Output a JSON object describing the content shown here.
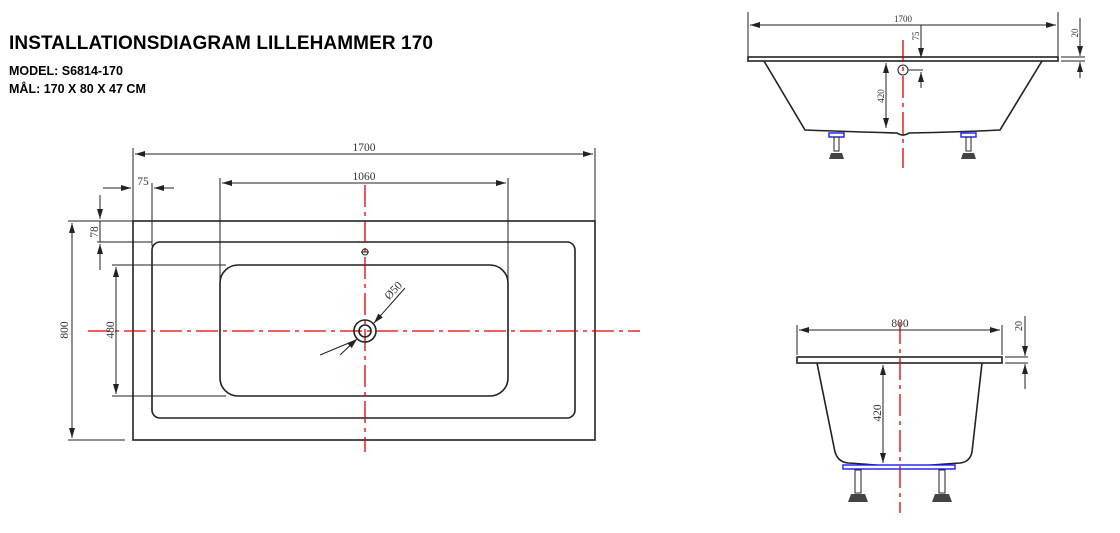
{
  "header": {
    "title": "INSTALLATIONSDIAGRAM LILLEHAMMER 170",
    "model": "MODEL: S6814-170",
    "dimensions": "MÅL: 170 X 80 X 47 CM"
  },
  "top_view": {
    "length": "1700",
    "basin_length": "1060",
    "rim_offset_x": "75",
    "rim_offset_y": "78",
    "width": "800",
    "basin_width": "480",
    "drain_diameter": "Ø50"
  },
  "side_view_long": {
    "length": "1700",
    "overflow_height": "75",
    "depth": "420",
    "rim_thickness": "20"
  },
  "side_view_short": {
    "width": "800",
    "depth": "420",
    "rim_thickness": "20"
  },
  "colors": {
    "centerline": "#e00000",
    "support": "#1a1aff"
  }
}
